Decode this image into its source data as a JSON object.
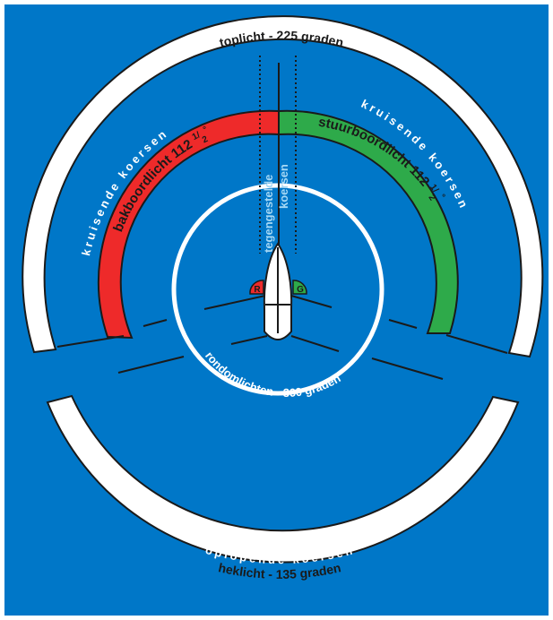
{
  "colors": {
    "background": "#0077c8",
    "white": "#ffffff",
    "red": "#ee2a2a",
    "green": "#2eaa4a",
    "outline": "#1a1a1a",
    "light_text": "#a6d8f5"
  },
  "labels": {
    "masthead": "toplicht - 225 graden",
    "stern": "heklicht - 135 graden",
    "port": "bakboordlicht 112",
    "starboard": "stuurboordlicht 112",
    "fraction_num": "1",
    "fraction_den": "2",
    "degree": "°",
    "crossing_left": "kruisende koersen",
    "crossing_right": "kruisende koersen",
    "overtaking": "oplopende koersen",
    "allround": "rondomlichten - 360 graden",
    "opposing_line1": "tegengestelde",
    "opposing_line2": "koersen",
    "port_badge": "R",
    "starboard_badge": "G"
  }
}
